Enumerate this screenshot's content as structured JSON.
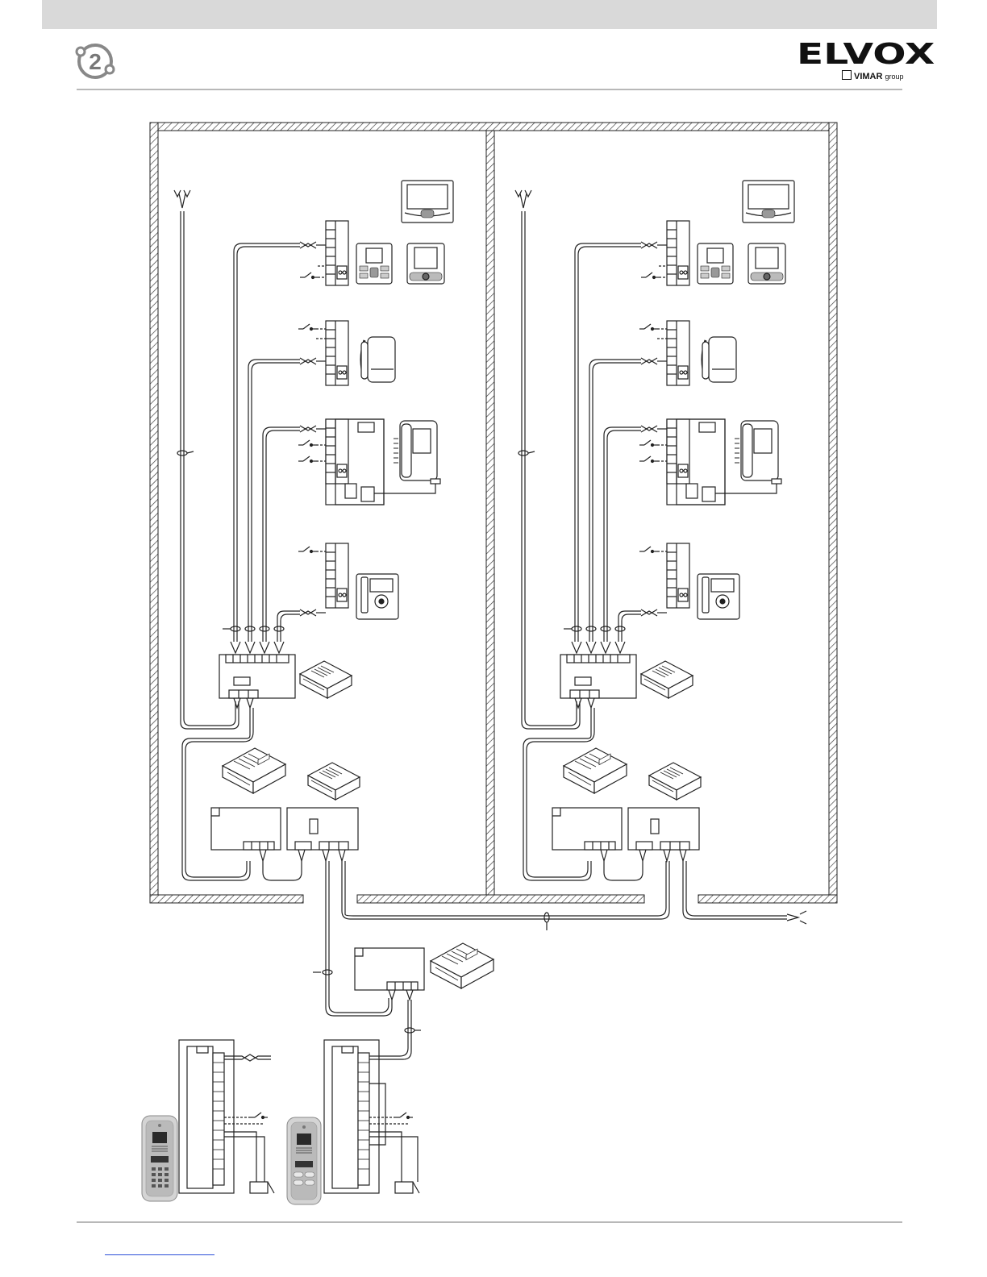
{
  "header": {
    "system_logo_icon": "two-wire-system-icon",
    "brand": {
      "name": "ELVOX",
      "sub_brand": "VIMAR",
      "sub_suffix": "group"
    }
  },
  "diagram": {
    "description_icons": [
      "video-monitor-icon",
      "handsfree-monitor-icon",
      "intercom-handset-icon",
      "video-handset-icon",
      "compact-monitor-icon",
      "power-supply-icon",
      "distributor-icon",
      "entrance-panel-icon",
      "lock-icon"
    ],
    "apartments": 2,
    "entrance_panels": 2
  },
  "colors": {
    "top_bar": "#d9d9d9",
    "rule": "#b8b8b8",
    "link": "#2b4fd8",
    "line": "#222222"
  }
}
